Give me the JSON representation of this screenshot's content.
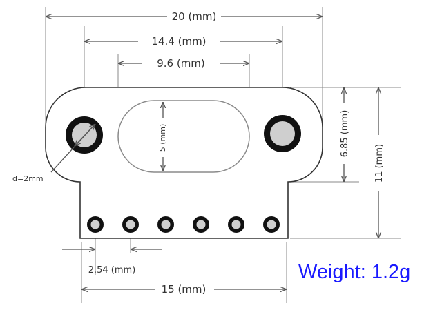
{
  "dimensions": {
    "width_20": "20 (mm)",
    "width_14_4": "14.4 (mm)",
    "width_9_6": "9.6 (mm)",
    "slot_height": "5 (mm)",
    "height_6_85": "6.85 (mm)",
    "height_11": "11 (mm)",
    "pitch": "2.54 (mm)",
    "width_15": "15 (mm)",
    "hole_diameter": "d=2mm"
  },
  "weight": "Weight: 1.2g",
  "colors": {
    "outline": "#333333",
    "dimension_line": "#555555",
    "extension_line": "#888888",
    "hole_fill": "#cfcfcf",
    "weight_text": "#1a1aff"
  }
}
